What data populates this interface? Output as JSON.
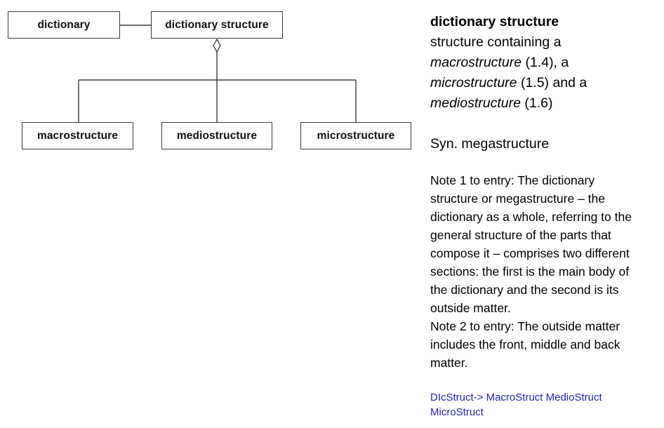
{
  "diagram": {
    "nodes": {
      "dictionary": "dictionary",
      "dictionary_structure": "dictionary structure",
      "macrostructure": "macrostructure",
      "mediostructure": "mediostructure",
      "microstructure": "microstructure"
    },
    "relation_icon": "aggregation-open-diamond",
    "line_color": "#3a3a3a"
  },
  "panel": {
    "term": "dictionary structure",
    "def_lines": [
      {
        "i": "",
        "t": "structure containing a"
      },
      {
        "i": "macrostructure",
        "t": " (1.4), a"
      },
      {
        "i": "microstructure",
        "t": " (1.5) and a"
      },
      {
        "i": "mediostructure",
        "t": " (1.6)"
      }
    ],
    "synonym": "Syn. megastructure",
    "note1": "Note 1 to entry: The dictionary\nstructure or megastructure – the\ndictionary as a whole, referring to the\ngeneral structure of the parts that\ncompose it – comprises two different\nsections: the first is the main body of\nthe dictionary and the second is its\noutside matter.",
    "note2": "Note 2 to entry: The outside matter\nincludes the front, middle and back\nmatter.",
    "symbols": "DIcStruct-> MacroStruct MedioStruct\nMicroStruct",
    "link_color": "#2222CC"
  }
}
